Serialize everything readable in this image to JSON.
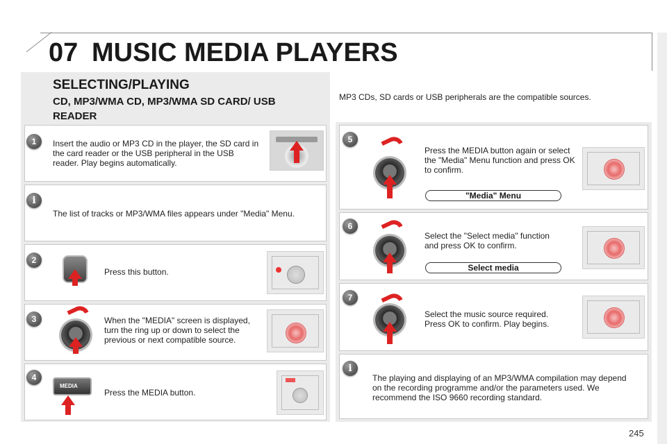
{
  "header": {
    "chapter": "07",
    "title": "MUSIC MEDIA PLAYERS"
  },
  "section": {
    "title": "SELECTING/PLAYING",
    "subtitle": "CD, MP3/WMA CD, MP3/WMA SD CARD/ USB READER",
    "intro": "MP3 CDs, SD cards or USB peripherals are the compatible sources."
  },
  "steps": [
    {
      "num": "1",
      "text": "Insert the audio or MP3 CD in the player, the SD card in the card reader or the USB peripheral in the USB reader. Play begins automatically."
    },
    {
      "num": "2",
      "text": "Press this button."
    },
    {
      "num": "3",
      "text": "When the \"MEDIA\" screen is displayed, turn the ring up or down to select the previous or next compatible source."
    },
    {
      "num": "4",
      "text": "Press the MEDIA button.",
      "button_label": "MEDIA"
    },
    {
      "num": "5",
      "text": "Press the MEDIA button again or select the \"Media\" Menu function and press OK to confirm.",
      "pill": "\"Media\" Menu"
    },
    {
      "num": "6",
      "text": "Select the \"Select media\" function and press OK to confirm.",
      "pill": "Select media"
    },
    {
      "num": "7",
      "text": "Select the music source required. Press OK to confirm. Play begins."
    }
  ],
  "info": [
    {
      "text": "The list of tracks or MP3/WMA files appears under \"Media\" Menu."
    },
    {
      "text": "The playing and displaying of an MP3/WMA compilation may depend on the recording programme and/or the parameters used. We recommend the ISO 9660 recording standard."
    }
  ],
  "footer": {
    "page": "245"
  }
}
